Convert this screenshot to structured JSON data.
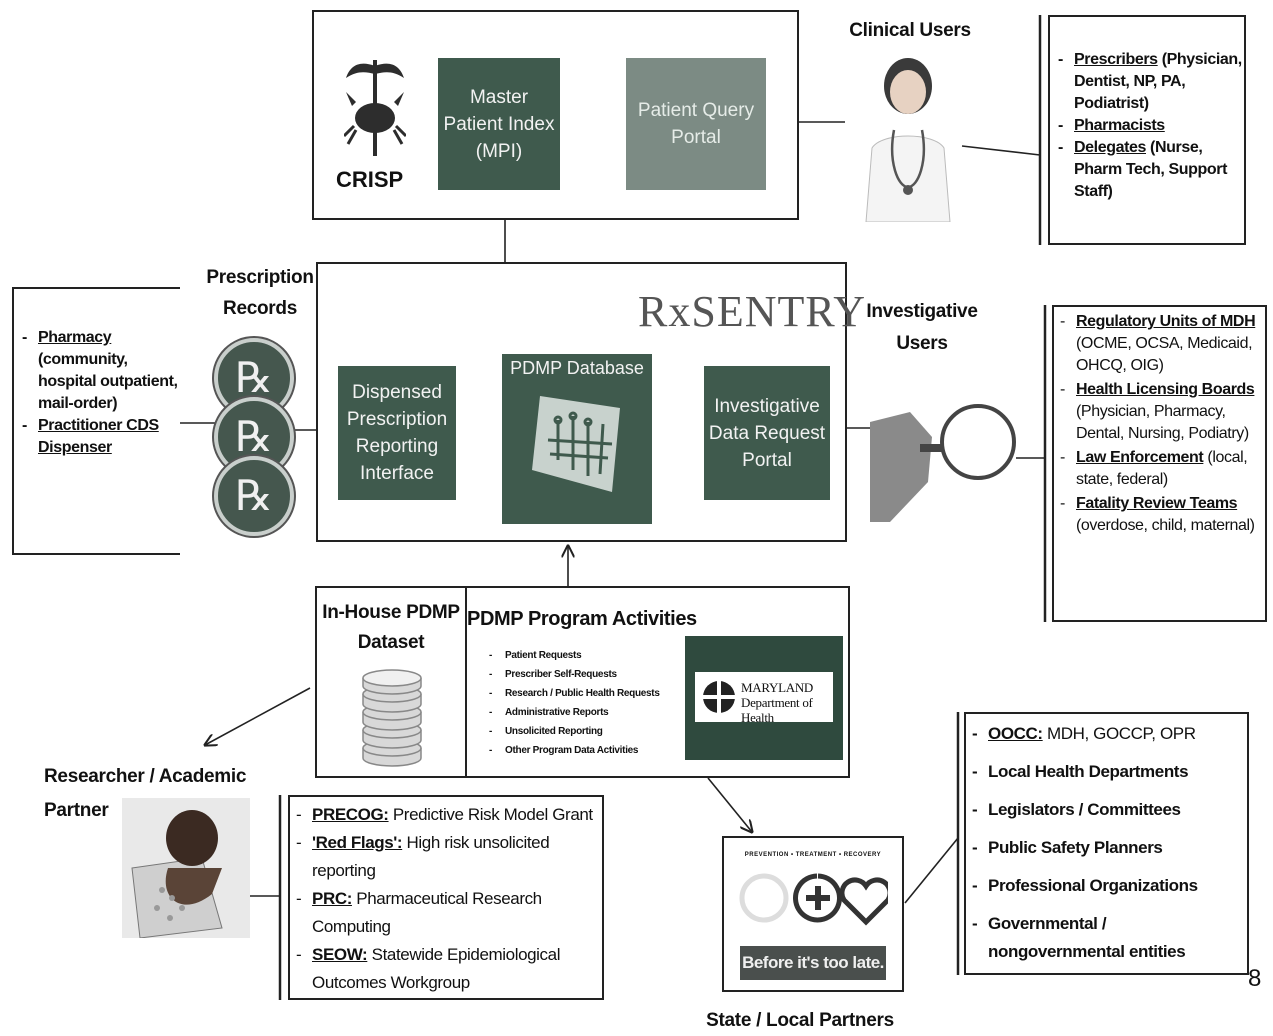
{
  "crisp": {
    "label": "CRISP",
    "mpi": "Master Patient Index (MPI)",
    "portal": "Patient Query Portal"
  },
  "clinical": {
    "title": "Clinical Users",
    "items": [
      {
        "u": "Prescribers",
        "t": " (Physician, Dentist, NP, PA, Podiatrist)"
      },
      {
        "u": "Pharmacists",
        "t": ""
      },
      {
        "u": "Delegates",
        "t": " (Nurse, Pharm Tech, Support Staff)"
      }
    ]
  },
  "rx_records": {
    "title": "Prescription Records",
    "symbol": "℞"
  },
  "sources": {
    "items": [
      {
        "u": "Pharmacy",
        "t": " (community, hospital outpatient, mail-order)"
      },
      {
        "u": "Practitioner CDS Dispenser",
        "t": ""
      }
    ]
  },
  "rxsentry": {
    "logo": "RxSENTRY",
    "dispensed": "Dispensed Prescription Reporting Interface",
    "database": "PDMP Database",
    "investigative_portal": "Investigative Data Request Portal"
  },
  "investigative": {
    "title": "Investigative Users",
    "items": [
      {
        "u": "Regulatory Units of MDH",
        "t": " (OCME, OCSA, Medicaid, OHCQ, OIG)"
      },
      {
        "u": "Health Licensing Boards",
        "t": " (Physician, Pharmacy, Dental, Nursing, Podiatry)"
      },
      {
        "u": "Law Enforcement",
        "t": " (local, state, federal)"
      },
      {
        "u": "Fatality Review Teams",
        "t": " (overdose, child, maternal)"
      }
    ]
  },
  "inhouse": {
    "title": "In-House PDMP Dataset"
  },
  "program": {
    "title": "PDMP Program Activities",
    "items": [
      "Patient Requests",
      "Prescriber Self-Requests",
      "Research / Public Health Requests",
      "Administrative Reports",
      "Unsolicited Reporting",
      "Other Program Data Activities"
    ],
    "md_line1": "MARYLAND",
    "md_line2": "Department of Health"
  },
  "researcher": {
    "title": "Researcher / Academic Partner",
    "items": [
      {
        "u": "PRECOG:",
        "t": " Predictive Risk Model Grant"
      },
      {
        "u": "'Red Flags':",
        "t": " High risk unsolicited reporting"
      },
      {
        "u": "PRC:",
        "t": " Pharmaceutical Research Computing"
      },
      {
        "u": "SEOW:",
        "t": " Statewide Epidemiological Outcomes Workgroup"
      }
    ]
  },
  "campaign": {
    "header": "PREVENTION • TREATMENT • RECOVERY",
    "slogan": "Before it's too late."
  },
  "state": {
    "title": "State / Local Partners",
    "items": [
      {
        "u": "OOCC:",
        "t": " MDH, GOCCP, OPR"
      },
      {
        "u": "",
        "t": "Local Health Departments"
      },
      {
        "u": "",
        "t": "Legislators / Committees"
      },
      {
        "u": "",
        "t": "Public Safety Planners"
      },
      {
        "u": "",
        "t": "Professional Organizations"
      },
      {
        "u": "",
        "t": "Governmental / nongovernmental entities"
      }
    ]
  },
  "page_number": "8"
}
